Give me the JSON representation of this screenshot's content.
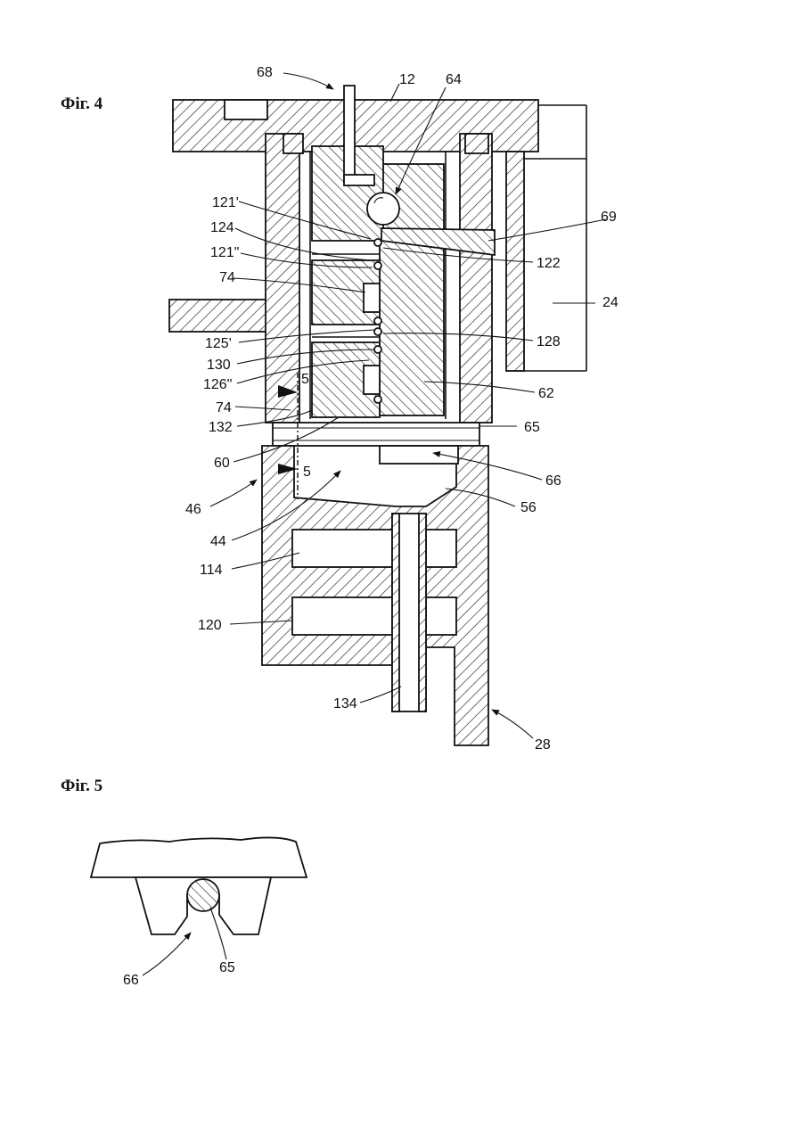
{
  "figures": {
    "fig4": {
      "caption": "Фіг. 4"
    },
    "fig5": {
      "caption": "Фіг. 5"
    }
  },
  "labels": {
    "l68": "68",
    "l12": "12",
    "l64": "64",
    "l69": "69",
    "l121a": "121'",
    "l124": "124",
    "l121b": "121\"",
    "l74a": "74",
    "l122": "122",
    "l24": "24",
    "l125": "125'",
    "l128": "128",
    "l130": "130",
    "l126": "126\"",
    "l62": "62",
    "l5a": "5",
    "l74b": "74",
    "l132": "132",
    "l65": "65",
    "l60": "60",
    "l66": "66",
    "l5b": "5",
    "l46": "46",
    "l56": "56",
    "l44": "44",
    "l114": "114",
    "l120": "120",
    "l134": "134",
    "l28": "28",
    "f5_l66": "66",
    "f5_l65": "65"
  },
  "colors": {
    "ink": "#111111",
    "paper": "#ffffff"
  }
}
